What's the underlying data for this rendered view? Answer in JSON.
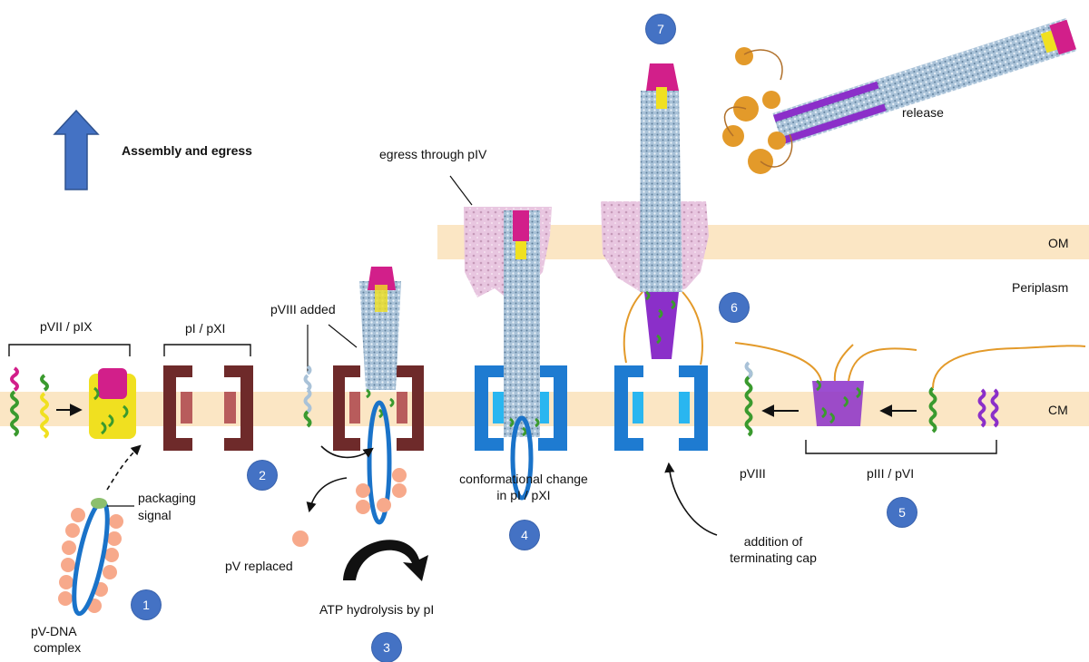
{
  "title": "Assembly and egress",
  "colors": {
    "membrane": "#fbe6c4",
    "step_badge": "#4472c4",
    "pI_pXI_closed": "#6e2a2a",
    "pI_pXI_inner": "#b85c5c",
    "pI_pXI_open": "#1e7bd1",
    "pI_pXI_open_inner": "#29b6f0",
    "pIV": "#e8c6e0",
    "pV": "#f7a98b",
    "dna": "#1a73c9",
    "packaging_signal": "#8cbf6e",
    "phage_body": "#a9c2d8",
    "pVII": "#d21f8a",
    "pIX": "#f0e020",
    "pIII": "#e39a2a",
    "pVI": "#8b2fc9",
    "pVIII": "#3a9a2e"
  },
  "regions": {
    "om": "OM",
    "periplasm": "Periplasm",
    "cm": "CM"
  },
  "labels": {
    "pvii_pix": "pVII / pIX",
    "pi_pxi": "pI / pXI",
    "pviii_added": "pVIII added",
    "egress_through_piv": "egress through pIV",
    "release": "release",
    "packaging_signal_line1": "packaging",
    "packaging_signal_line2": "signal",
    "pv_replaced": "pV replaced",
    "pv_dna_line1": "pV-DNA",
    "pv_dna_line2": "complex",
    "atp_hydrolysis": "ATP hydrolysis by pI",
    "conformational_line1": "conformational change",
    "conformational_line2": "in pI / pXI",
    "terminating_cap_line1": "addition of",
    "terminating_cap_line2": "terminating cap",
    "pviii": "pVIII",
    "piii_pvi": "pIII / pVI"
  },
  "steps": [
    "1",
    "2",
    "3",
    "4",
    "5",
    "6",
    "7"
  ]
}
